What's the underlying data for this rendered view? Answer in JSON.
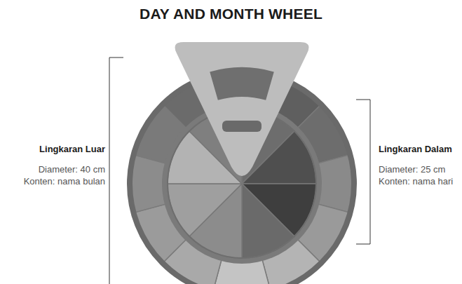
{
  "diagram": {
    "title": "DAY AND MONTH WHEEL",
    "labels": [
      "Lingkaran Luar",
      "Diameter: 40 cm",
      "Konten: nama bulan",
      "Lingkaran Dalam",
      "Diameter: 25 cm",
      "Konten: nama hari"
    ]
  }
}
